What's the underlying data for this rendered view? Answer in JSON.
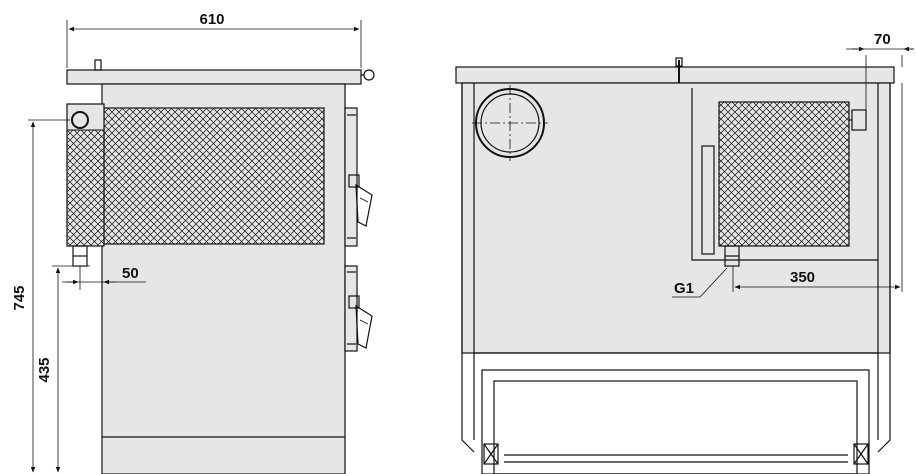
{
  "dimensions": {
    "width_top": "610",
    "height_total": "745",
    "height_outlet": "435",
    "side_offset": "50",
    "right_offset_top": "70",
    "right_distance": "350",
    "connection_label": "G1"
  }
}
